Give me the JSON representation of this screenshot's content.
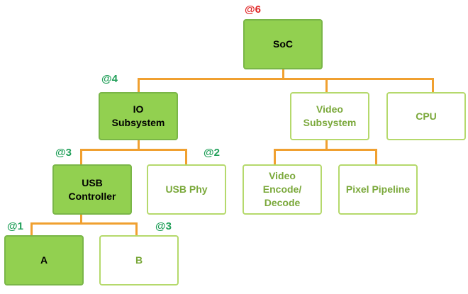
{
  "nodes": {
    "soc": {
      "label": "SoC",
      "style": "filled"
    },
    "io_subsystem": {
      "label": "IO\nSubsystem",
      "style": "filled"
    },
    "video_subsystem": {
      "label": "Video\nSubsystem",
      "style": "outline"
    },
    "cpu": {
      "label": "CPU",
      "style": "outline"
    },
    "usb_controller": {
      "label": "USB\nController",
      "style": "filled"
    },
    "usb_phy": {
      "label": "USB Phy",
      "style": "outline"
    },
    "video_encode": {
      "label": "Video\nEncode/\nDecode",
      "style": "outline"
    },
    "pixel_pipeline": {
      "label": "Pixel Pipeline",
      "style": "outline"
    },
    "a": {
      "label": "A",
      "style": "filled"
    },
    "b": {
      "label": "B",
      "style": "outline"
    }
  },
  "tags": {
    "soc": "@6",
    "io_subsystem": "@4",
    "usb_controller": "@3",
    "usb_phy": "@2",
    "a": "@1",
    "b": "@3"
  },
  "colors": {
    "filled_fill": "#92d050",
    "outline_border": "#b5d96c",
    "outline_text": "#7aa83a",
    "connector": "#f0a030",
    "tag_green": "#22a05a",
    "tag_red": "#e02424"
  }
}
